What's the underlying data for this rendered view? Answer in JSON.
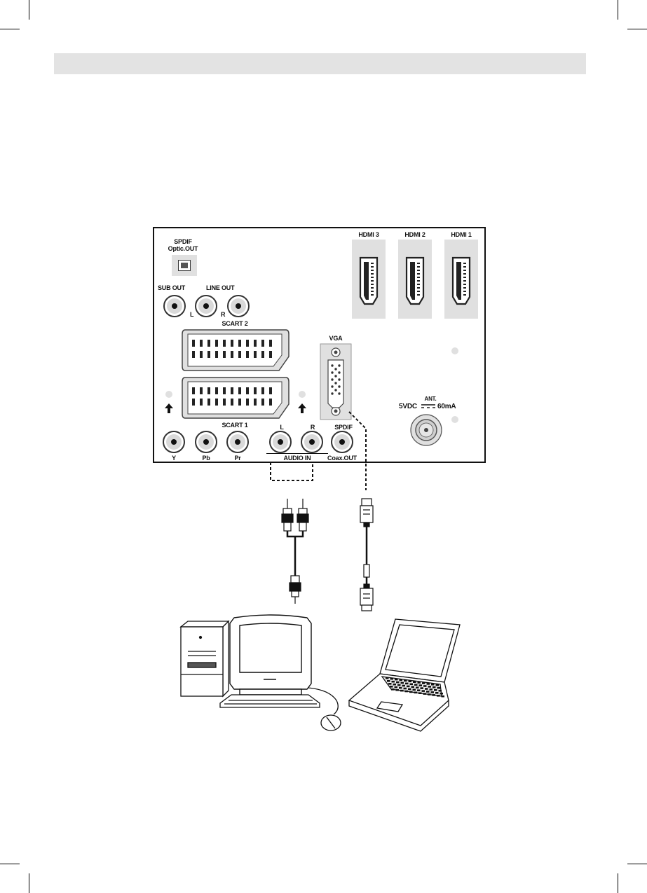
{
  "panel": {
    "spdif_optic": {
      "line1": "SPDIF",
      "line2": "Optic.OUT"
    },
    "sub_out": "SUB OUT",
    "line_out": {
      "label": "LINE OUT",
      "left": "L",
      "right": "R"
    },
    "scart2": "SCART 2",
    "scart1": "SCART 1",
    "vga": "VGA",
    "hdmi": [
      "HDMI 3",
      "HDMI 2",
      "HDMI 1"
    ],
    "antenna": {
      "ant": "ANT.",
      "left": "5VDC",
      "right": "60mA"
    },
    "component": [
      "Y",
      "Pb",
      "Pr"
    ],
    "audio_in": {
      "left": "L",
      "right": "R",
      "label": "AUDIO IN"
    },
    "spdif_coax": {
      "line1": "SPDIF",
      "line2": "Coax.OUT"
    }
  },
  "devices": {
    "icons": [
      "rca-audio-cable-icon",
      "vga-cable-icon",
      "desktop-computer-icon",
      "laptop-icon",
      "mouse-icon"
    ]
  }
}
